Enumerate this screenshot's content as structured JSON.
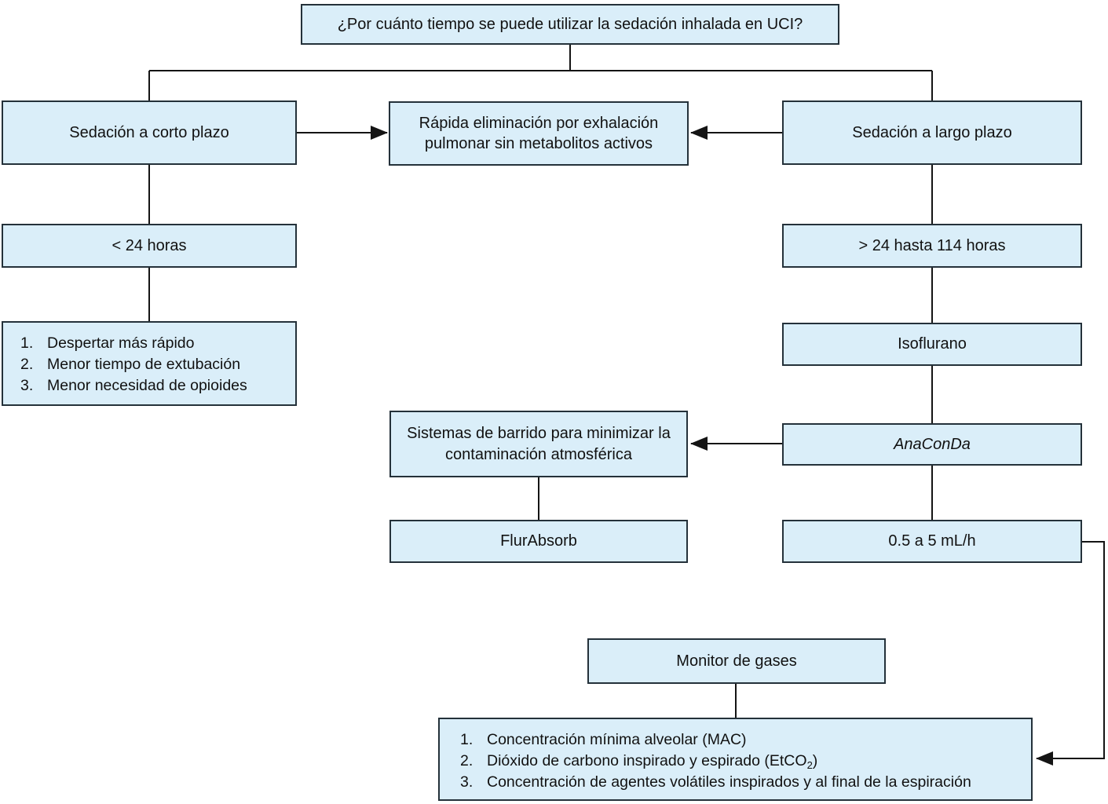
{
  "colors": {
    "box_fill": "#daeef9",
    "box_border": "#24313a",
    "line": "#141414",
    "text": "#111111",
    "background": "#ffffff"
  },
  "nodes": {
    "question": "¿Por cuánto tiempo se puede utilizar la sedación inhalada en UCI?",
    "short_term": "Sedación a corto plazo",
    "rapid_elimination": "Rápida eliminación por exhalación pulmonar sin metabolitos activos",
    "long_term": "Sedación a largo plazo",
    "short_duration": "< 24 horas",
    "long_duration": "> 24 hasta 114 horas",
    "short_term_benefits": [
      {
        "num": "1.",
        "text": "Despertar más rápido"
      },
      {
        "num": "2.",
        "text": "Menor tiempo de extubación"
      },
      {
        "num": "3.",
        "text": "Menor necesidad de opioides"
      }
    ],
    "agent": "Isoflurano",
    "scavenging": "Sistemas de barrido para minimizar la contaminación atmosférica",
    "device": "AnaConDa",
    "filter": "FlurAbsorb",
    "infusion_rate": "0.5 a 5 mL/h",
    "gas_monitor": "Monitor de gases",
    "monitored_parameters": [
      {
        "num": "1.",
        "text": "Concentración mínima alveolar (MAC)"
      },
      {
        "num": "2.",
        "prefix": "Dióxido de carbono inspirado y espirado (EtCO",
        "sub": "2",
        "suffix": ")"
      },
      {
        "num": "3.",
        "text": "Concentración de agentes volátiles inspirados y al final de la espiración"
      }
    ]
  }
}
